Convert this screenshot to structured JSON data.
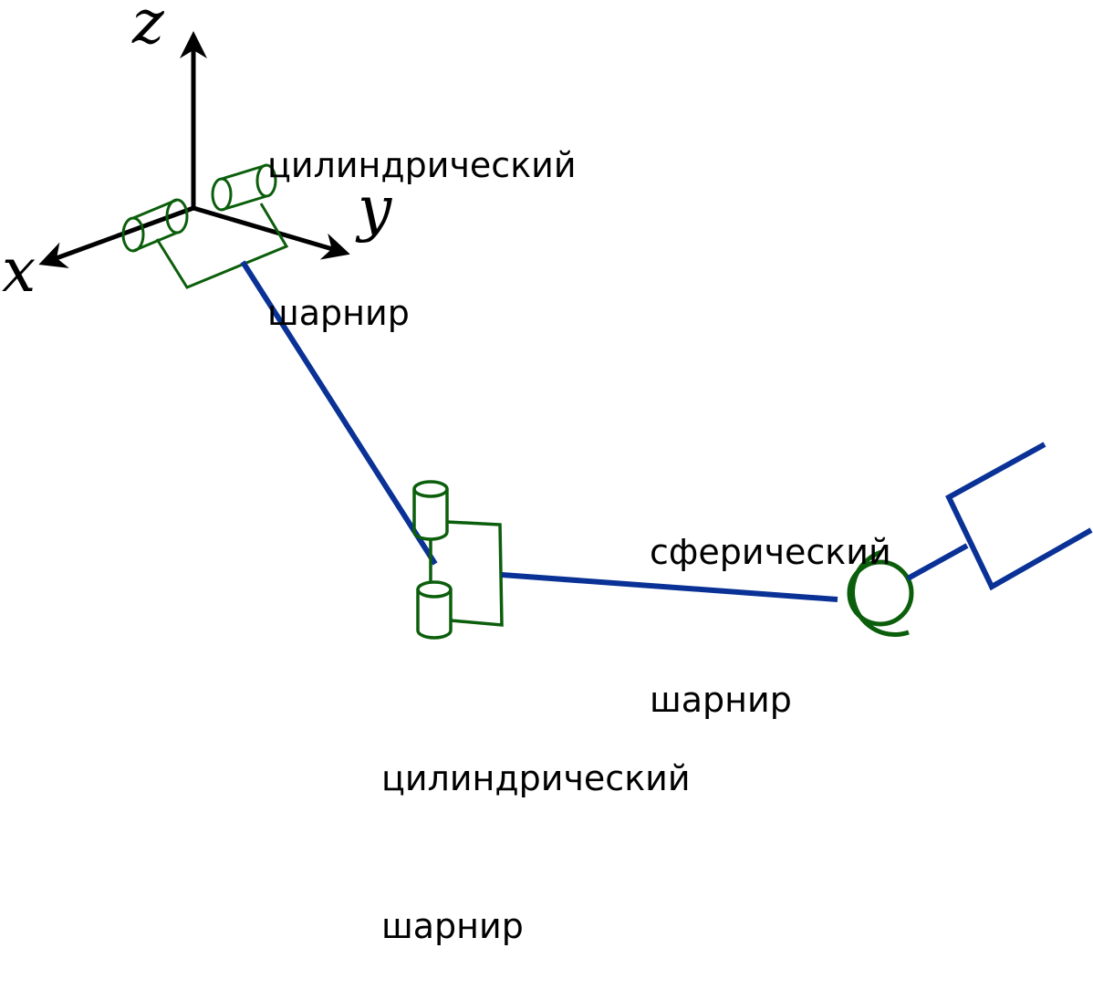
{
  "axes": {
    "x": "x",
    "y": "y",
    "z": "z"
  },
  "labels": {
    "top_joint": [
      "цилиндрический",
      "шарнир"
    ],
    "middle_joint": [
      "цилиндрический",
      "шарнир"
    ],
    "spherical_joint": [
      "сферический",
      "шарнир"
    ]
  },
  "colors": {
    "axis": "#000000",
    "joint": "#0b5e0b",
    "link": "#0a3296",
    "background": "#ffffff"
  }
}
